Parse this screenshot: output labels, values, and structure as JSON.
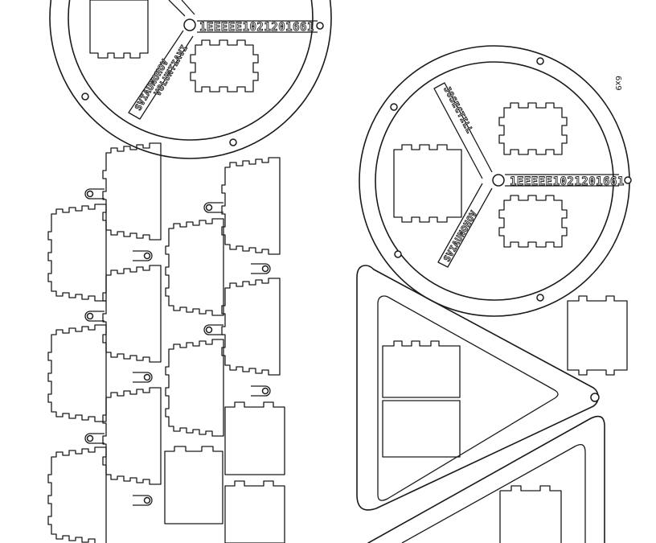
{
  "sheet": {
    "size_label": "6x9",
    "engravings": {
      "code_top": "1EEEEE1021201661",
      "code_right": "1EEEEE1021201661",
      "spoke_top_a": "VOLUNTIAVI",
      "spoke_top_b": "SVIAUNOHOV",
      "spoke_right_a": "JOSECTILL",
      "spoke_right_b": "SVIAUNOHOV"
    }
  }
}
